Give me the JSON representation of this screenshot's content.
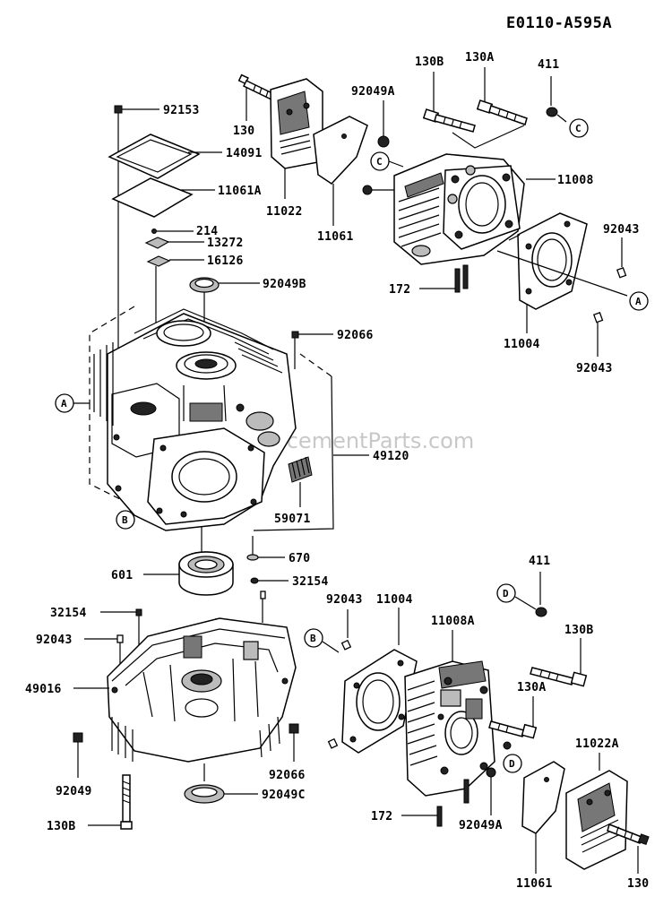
{
  "diagram_code": "E0110-A595A",
  "watermark": "eReplacementParts.com",
  "callouts": {
    "A": "A",
    "B": "B",
    "C": "C",
    "D": "D"
  },
  "labels": {
    "p92153": "92153",
    "p14091": "14091",
    "p11061A": "11061A",
    "p214": "214",
    "p13272": "13272",
    "p16126": "16126",
    "p92049B": "92049B",
    "p92066a": "92066",
    "p49120": "49120",
    "p59071": "59071",
    "p670": "670",
    "p601": "601",
    "p32154a": "32154",
    "p32154b": "32154",
    "p92043a": "92043",
    "p49016": "49016",
    "p92049": "92049",
    "p130Ba": "130B",
    "p92066b": "92066",
    "p92049C": "92049C",
    "p130a": "130",
    "p11022": "11022",
    "p11061a": "11061",
    "p92049Aa": "92049A",
    "p130Bb": "130B",
    "p130Aa": "130A",
    "p411a": "411",
    "p11008": "11008",
    "p92043b": "92043",
    "p172a": "172",
    "p11004a": "11004",
    "p92043c": "92043",
    "p411b": "411",
    "p92043d": "92043",
    "p11004b": "11004",
    "p11008A": "11008A",
    "p130Bc": "130B",
    "p130Ab": "130A",
    "p11022A": "11022A",
    "p172b": "172",
    "p92049Ab": "92049A",
    "p11061b": "11061",
    "p130b": "130"
  }
}
